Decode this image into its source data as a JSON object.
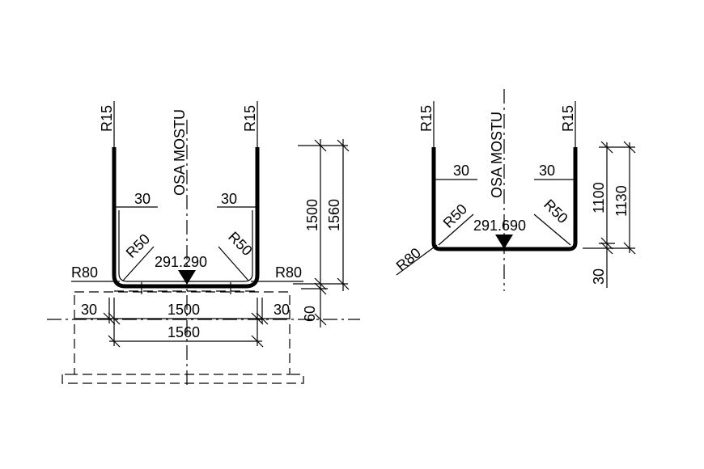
{
  "left": {
    "r15_left": "R15",
    "r15_right": "R15",
    "axis_label": "OSA MOSTU",
    "cover_left": "30",
    "cover_right": "30",
    "r50_left": "R50",
    "r50_right": "R50",
    "r80_left": "R80",
    "r80_right": "R80",
    "elevation": "291.290",
    "dim_1500_vertical": "1500",
    "dim_1560_vertical": "1560",
    "dim_30_bottom_left": "30",
    "dim_1500_horizontal": "1500",
    "dim_30_bottom_right": "30",
    "dim_60": "60",
    "dim_1560_horizontal": "1560"
  },
  "right": {
    "r15_left": "R15",
    "r15_right": "R15",
    "axis_label": "OSA MOSTU",
    "cover_left": "30",
    "cover_right": "30",
    "r50_left": "R50",
    "r50_right": "R50",
    "r80": "R80",
    "elevation": "291.690",
    "dim_1100": "1100",
    "dim_1130": "1130",
    "dim_30": "30"
  }
}
